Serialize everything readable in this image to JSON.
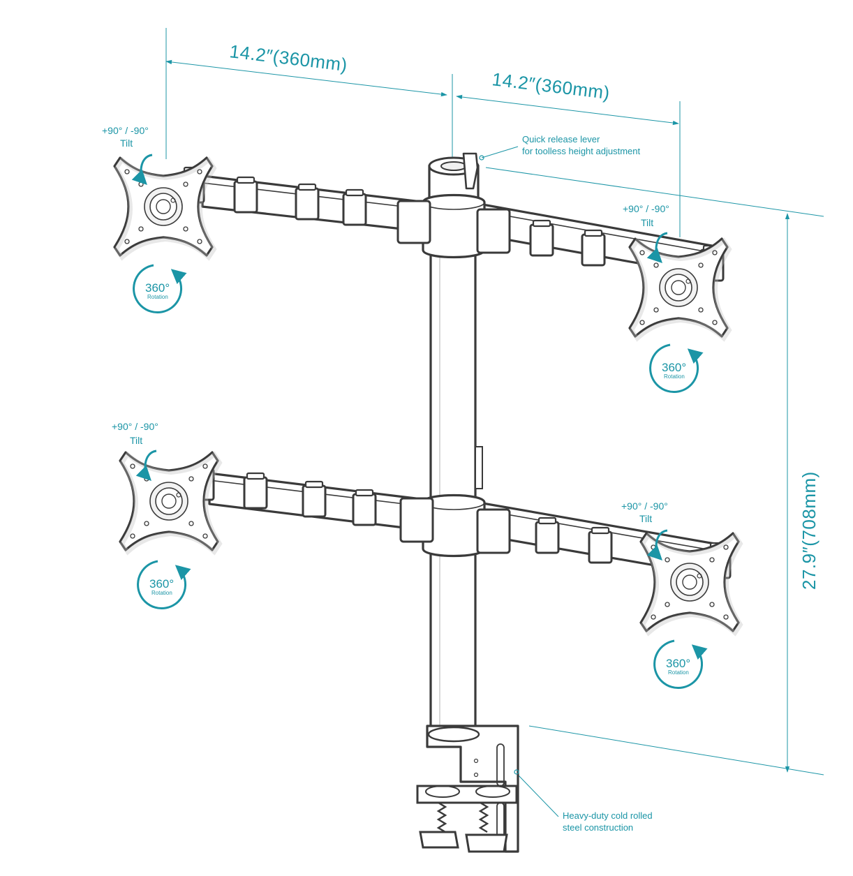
{
  "dimensions": {
    "left_width": "14.2″(360mm)",
    "right_width": "14.2″(360mm)",
    "height": "27.9″(708mm)"
  },
  "annotations": {
    "lever_line1": "Quick release lever",
    "lever_line2": "for toolless height adjustment",
    "steel_line1": "Heavy-duty cold rolled",
    "steel_line2": "steel construction"
  },
  "tilt": {
    "range": "+90° / -90°",
    "label": "Tilt"
  },
  "rotation": {
    "value": "360°",
    "label": "Rotation"
  },
  "colors": {
    "accent": "#1b95a6",
    "outline": "#3a3a3a",
    "fill": "#ffffff",
    "shade": "#e6e6e6"
  }
}
